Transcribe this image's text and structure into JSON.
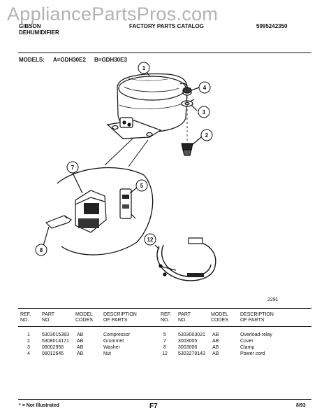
{
  "header": {
    "watermark": "AppliancePartsPros.com",
    "brand_line1": "GIBSON",
    "brand_line2": "DEHUMIDIFIER",
    "catalog_title": "FACTORY PARTS CATALOG",
    "catalog_number": "5995242350"
  },
  "models": {
    "label": "MODELS:",
    "a": "A=GDH30E2",
    "b": "B=GDH30E3"
  },
  "diagram": {
    "code": "2291",
    "callouts": [
      "1",
      "2",
      "3",
      "4",
      "5",
      "7",
      "8",
      "12"
    ]
  },
  "table": {
    "headers": {
      "ref": [
        "REF.",
        "NO."
      ],
      "part": [
        "PART",
        "NO."
      ],
      "model": [
        "MODEL",
        "CODES"
      ],
      "desc": [
        "DESCRIPTION",
        "OF PARTS"
      ]
    },
    "left_rows": [
      {
        "ref": "1",
        "part": "5303015383",
        "model": "AB",
        "desc": "Compressor"
      },
      {
        "ref": "2",
        "part": "5308014171",
        "model": "AB",
        "desc": "Grommet"
      },
      {
        "ref": "3",
        "part": "08002956",
        "model": "AB",
        "desc": "Washer"
      },
      {
        "ref": "4",
        "part": "08012645",
        "model": "AB",
        "desc": "Nut"
      }
    ],
    "right_rows": [
      {
        "ref": "5",
        "part": "5303003021",
        "model": "AB",
        "desc": "Overload-relay"
      },
      {
        "ref": "7",
        "part": "3003005",
        "model": "AB",
        "desc": "Cover"
      },
      {
        "ref": "8",
        "part": "3003006",
        "model": "AB",
        "desc": "Clamp"
      },
      {
        "ref": "12",
        "part": "5303279143",
        "model": "AB",
        "desc": "Power cord"
      }
    ]
  },
  "footer": {
    "note": "* = Not Illustrated",
    "page": "F7",
    "date": "8/93"
  }
}
